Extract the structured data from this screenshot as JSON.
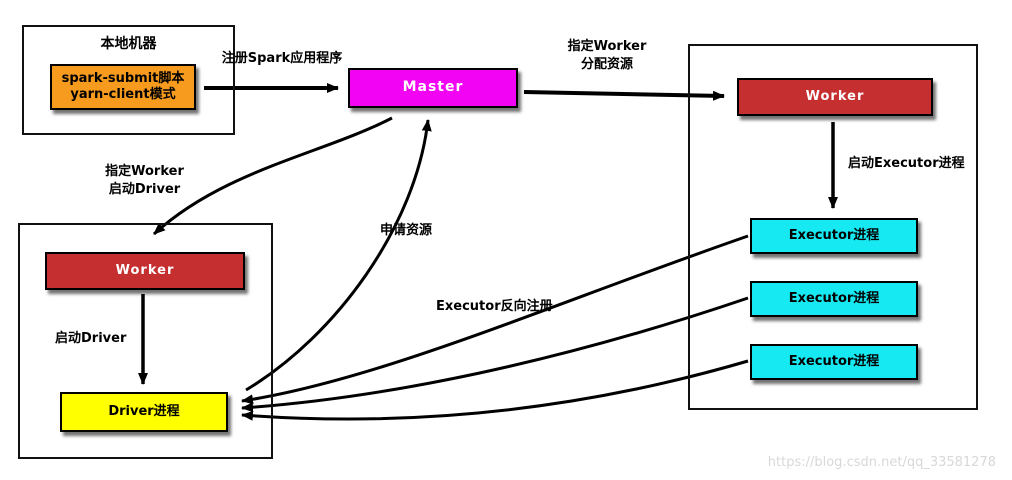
{
  "local_machine": {
    "title": "本地机器",
    "spark_submit": "spark-submit脚本\nyarn-client模式"
  },
  "master": {
    "label": "Master"
  },
  "left_cluster": {
    "worker": "Worker",
    "driver": "Driver进程"
  },
  "right_cluster": {
    "worker": "Worker",
    "executors": [
      "Executor进程",
      "Executor进程",
      "Executor进程"
    ]
  },
  "labels": {
    "register_app": "注册Spark应用程序",
    "assign_worker_resources": "指定Worker\n分配资源",
    "assign_worker_driver": "指定Worker\n启动Driver",
    "launch_executor": "启动Executor进程",
    "launch_driver": "启动Driver",
    "request_resources": "申请资源",
    "executor_reverse_register": "Executor反向注册"
  },
  "watermark": "https://blog.csdn.net/qq_33581278",
  "colors": {
    "spark_submit_box": "#f79b1f",
    "master_box": "#f303f3",
    "worker_box": "#c62f2f",
    "executor_box": "#17e9f2",
    "driver_box": "#ffff00",
    "arrow": "#000000"
  }
}
